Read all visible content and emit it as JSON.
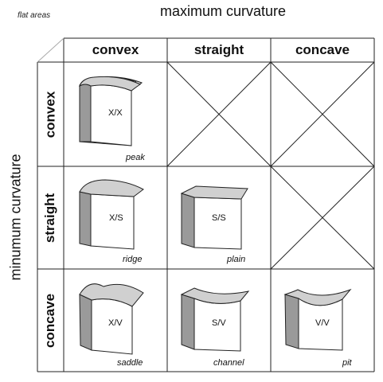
{
  "note": "flat areas",
  "axes": {
    "x_title": "maximum curvature",
    "y_title": "minumum curvature"
  },
  "columns": [
    "convex",
    "straight",
    "concave"
  ],
  "rows": [
    "convex",
    "straight",
    "concave"
  ],
  "cells": {
    "convex_convex": {
      "code": "X/X",
      "label": "peak"
    },
    "straight_convex": {
      "code": "X/S",
      "label": "ridge"
    },
    "straight_straight": {
      "code": "S/S",
      "label": "plain"
    },
    "concave_convex": {
      "code": "X/V",
      "label": "saddle"
    },
    "concave_straight": {
      "code": "S/V",
      "label": "channel"
    },
    "concave_concave": {
      "code": "V/V",
      "label": "pit"
    }
  },
  "colors": {
    "block_side": "#9a9a9a",
    "block_top": "#d0d0d0",
    "line": "#222222"
  }
}
